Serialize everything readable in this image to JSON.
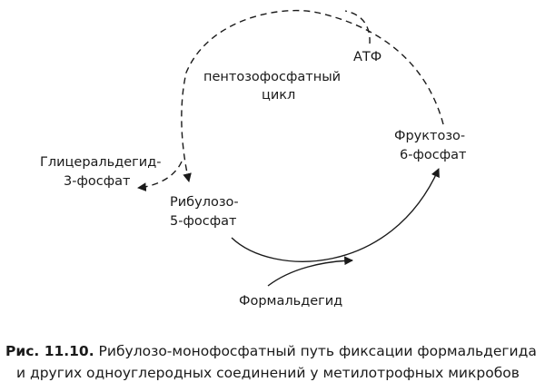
{
  "labels": {
    "atp": "АТФ",
    "pentose_line1": "пентозофосфатный",
    "pentose_line2": "цикл",
    "glyceraldehyde_line1": "Глицеральдегид-",
    "glyceraldehyde_line2": "3-фосфат",
    "ribulose_line1": "Рибулозо-",
    "ribulose_line2": "5-фосфат",
    "fructose_line1": "Фруктозо-",
    "fructose_line2": "6-фосфат",
    "formaldehyde": "Формальдегид"
  },
  "caption": {
    "prefix": "Рис. 11.10.",
    "line1": " Рибулозо-монофосфатный путь фиксации формальдегида",
    "line2": "и других одноуглеродных соединений у метилотрофных микробов"
  }
}
